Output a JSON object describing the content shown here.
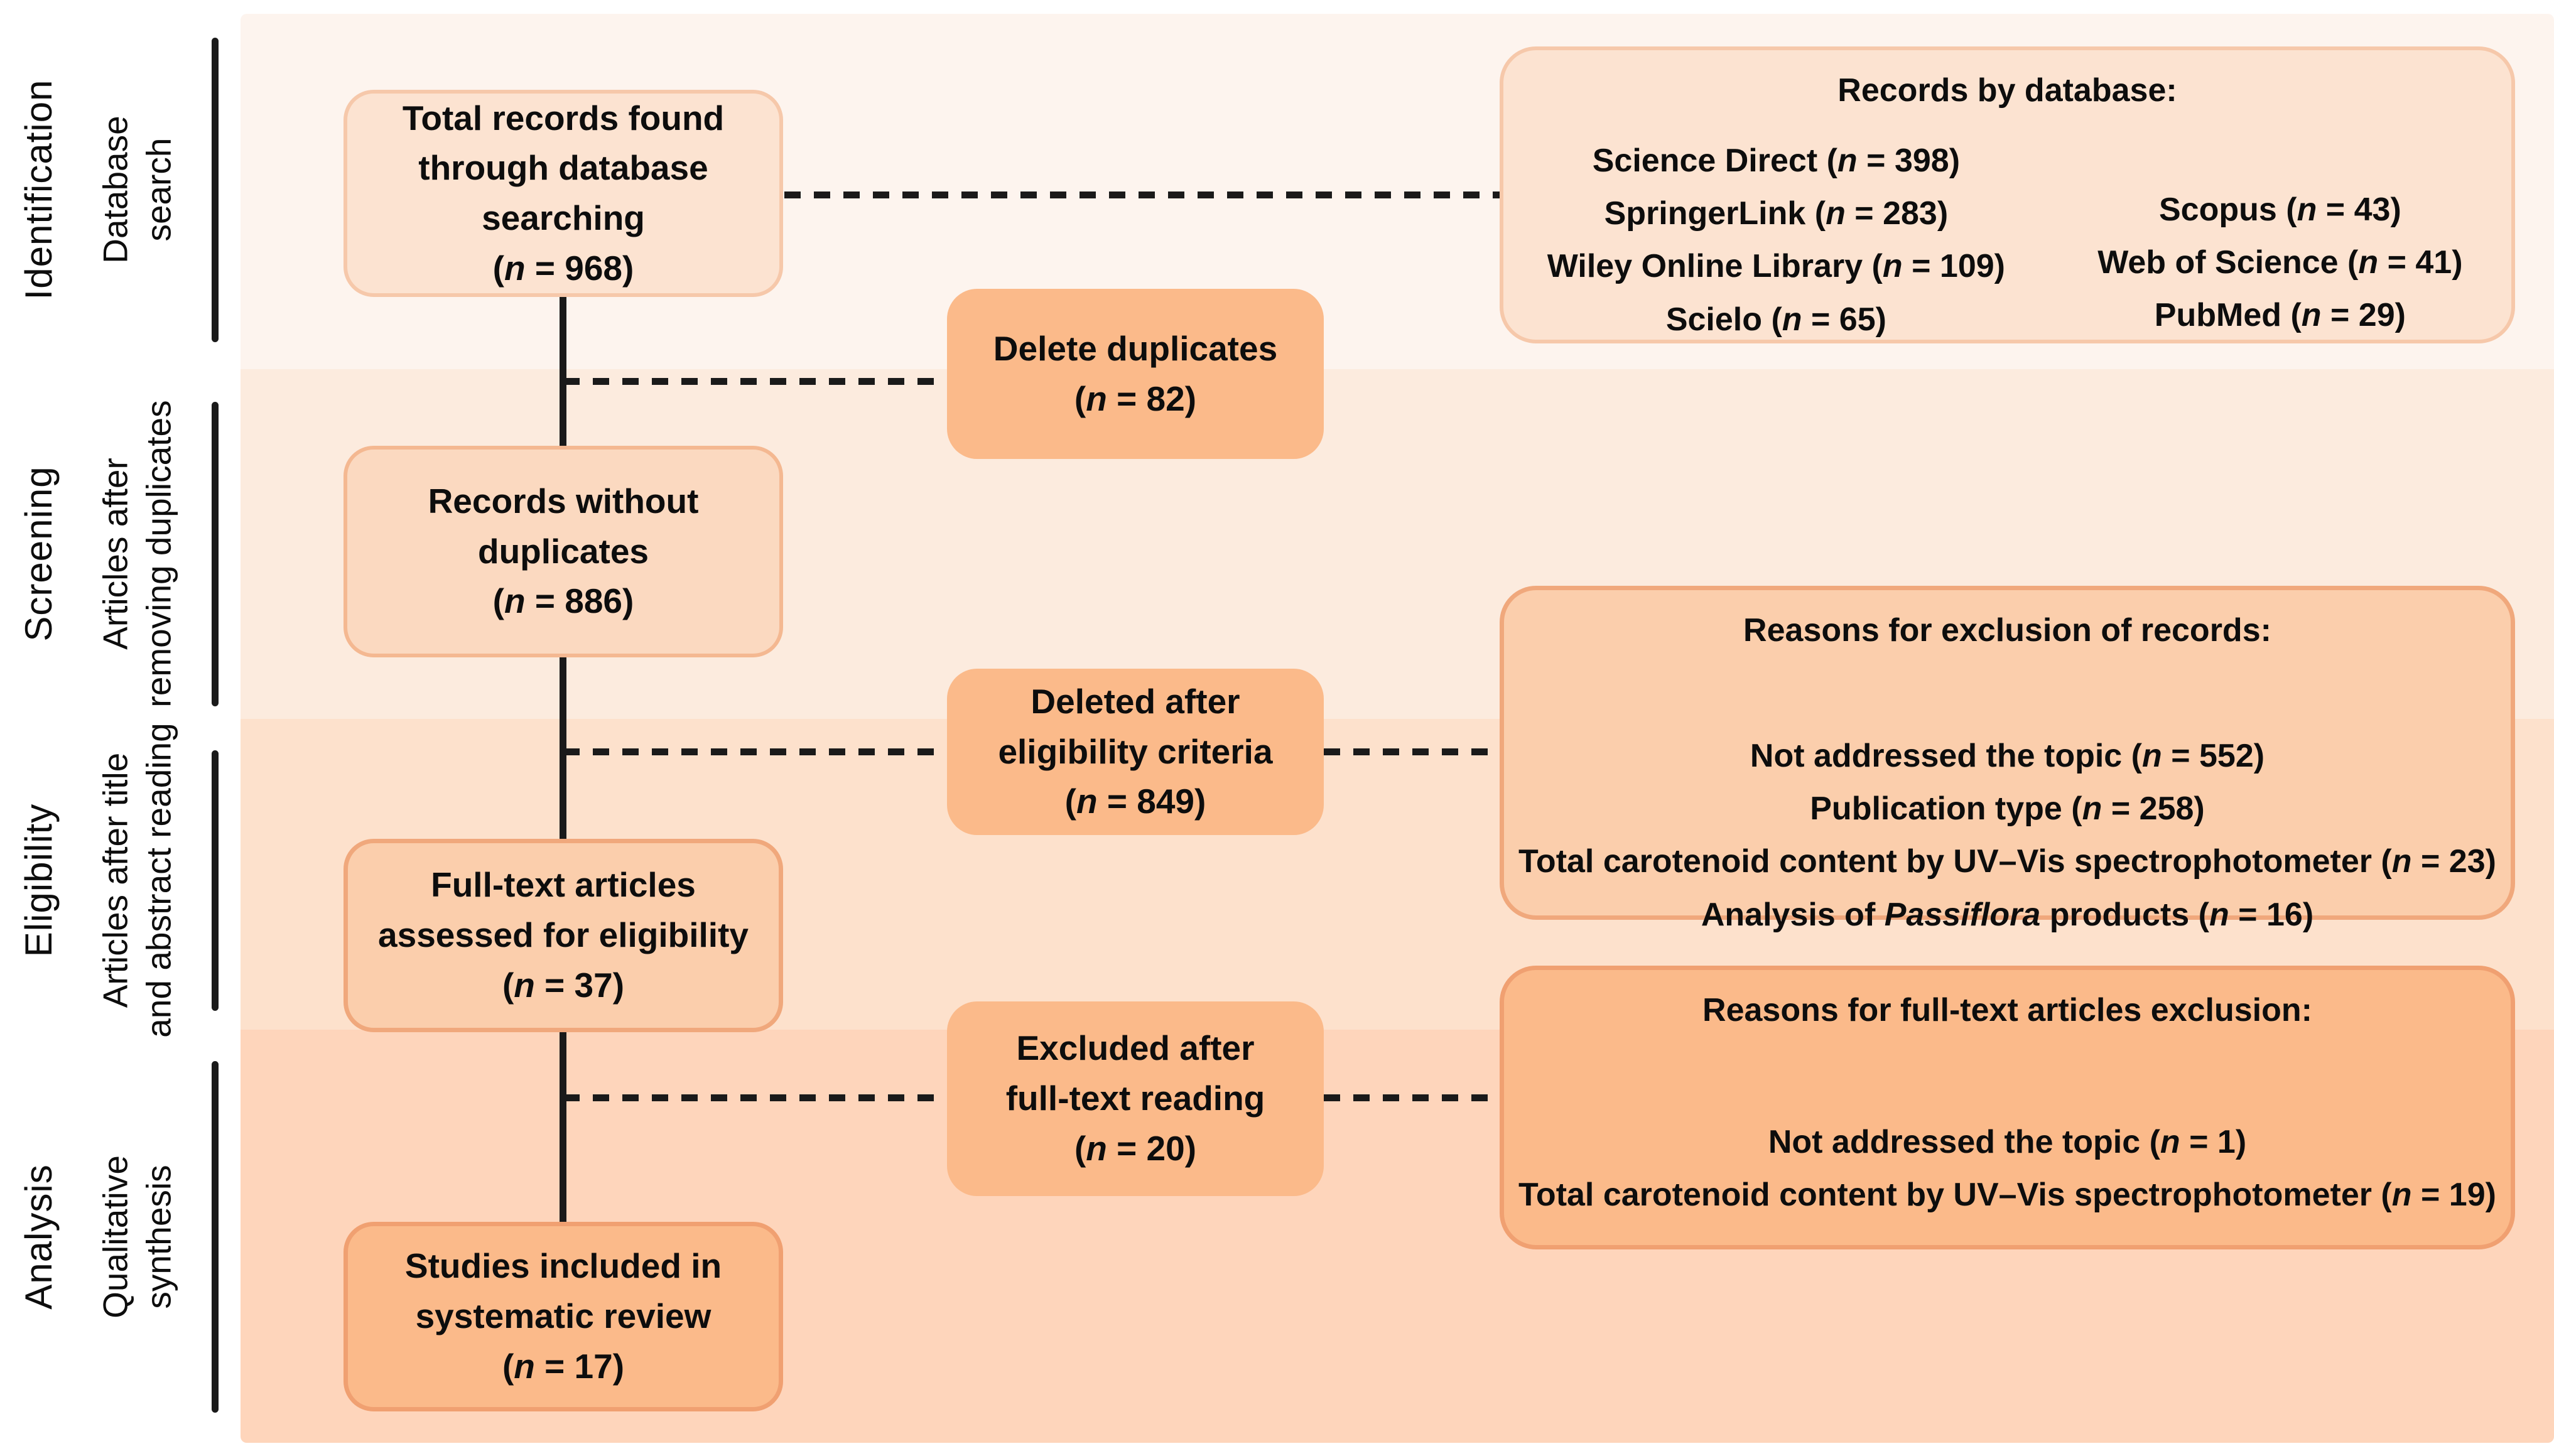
{
  "palette": {
    "band1": "#FDF4EE",
    "band2": "#FCEBDE",
    "band3": "#FDE1CC",
    "band4": "#FED5BB",
    "box_light_fill": "#FCE3D1",
    "box_light_border": "#F6C8AA",
    "box_medium_fill": "#FBCEAC",
    "box_medium_border": "#F0A87C",
    "box_dark_fill": "#FBBA8A",
    "box_dark_border": "#F0A071",
    "connector_color": "#1A1A1A"
  },
  "stages": {
    "identification": {
      "label": "Identification",
      "sublabel": "Database<br>search"
    },
    "screening": {
      "label": "Screening",
      "sublabel": "Articles after<br>removing duplicates"
    },
    "eligibility": {
      "label": "Eligibility",
      "sublabel": "Articles after title<br>and abstract reading"
    },
    "analysis": {
      "label": "Analysis",
      "sublabel": "Qualitative<br>synthesis"
    }
  },
  "flow_boxes": {
    "total_records": "Total records found<br>through database<br>searching<br>(<i>n</i> = 968)",
    "without_duplicates": "Records without<br>duplicates<br>(<i>n</i> = 886)",
    "fulltext_assessed": "Full-text articles<br>assessed for eligibility<br>(<i>n</i> = 37)",
    "included": "Studies included in<br>systematic review<br>(<i>n</i> = 17)"
  },
  "side_boxes": {
    "delete_duplicates": "Delete duplicates<br>(<i>n</i> = 82)",
    "deleted_eligibility": "Deleted after<br>eligibility criteria<br>(<i>n</i> = 849)",
    "excluded_fulltext": "Excluded after<br>full-text reading<br>(<i>n</i> = 20)"
  },
  "right_boxes": {
    "records_by_database": {
      "title": "Records by database:",
      "col1": [
        "Science Direct (<i>n</i> = 398)",
        "SpringerLink (<i>n</i> = 283)",
        "Wiley Online Library (<i>n</i> = 109)",
        "Scielo (<i>n</i> = 65)"
      ],
      "col2": [
        "Scopus (<i>n</i> = 43)",
        "Web of Science (<i>n</i> = 41)",
        "PubMed (<i>n</i> = 29)"
      ]
    },
    "reasons_records_exclusion": {
      "title": "Reasons for exclusion of records:",
      "items": [
        "Not addressed the topic (<i>n</i> = 552)",
        "Publication type (<i>n</i> = 258)",
        "Total carotenoid content by UV–Vis spectrophotometer (<i>n</i> = 23)",
        "Analysis of <i>Passiflora</i> products (<i>n</i> = 16)"
      ]
    },
    "reasons_fulltext_exclusion": {
      "title": "Reasons for full-text articles exclusion:",
      "items": [
        "Not addressed the topic (<i>n</i> = 1)",
        "Total carotenoid content by UV–Vis spectrophotometer (<i>n</i> = 19)"
      ]
    }
  },
  "counts": {
    "total_records": 968,
    "science_direct": 398,
    "springerlink": 283,
    "wiley_online_library": 109,
    "scielo": 65,
    "scopus": 43,
    "web_of_science": 41,
    "pubmed": 29,
    "duplicates_deleted": 82,
    "records_without_duplicates": 886,
    "deleted_after_eligibility": 849,
    "not_addressed_topic_records": 552,
    "publication_type": 258,
    "uvvis_spectrophotometer_records": 23,
    "passiflora_products": 16,
    "fulltext_assessed": 37,
    "excluded_after_fulltext": 20,
    "not_addressed_topic_fulltext": 1,
    "uvvis_spectrophotometer_fulltext": 19,
    "included_in_review": 17
  }
}
